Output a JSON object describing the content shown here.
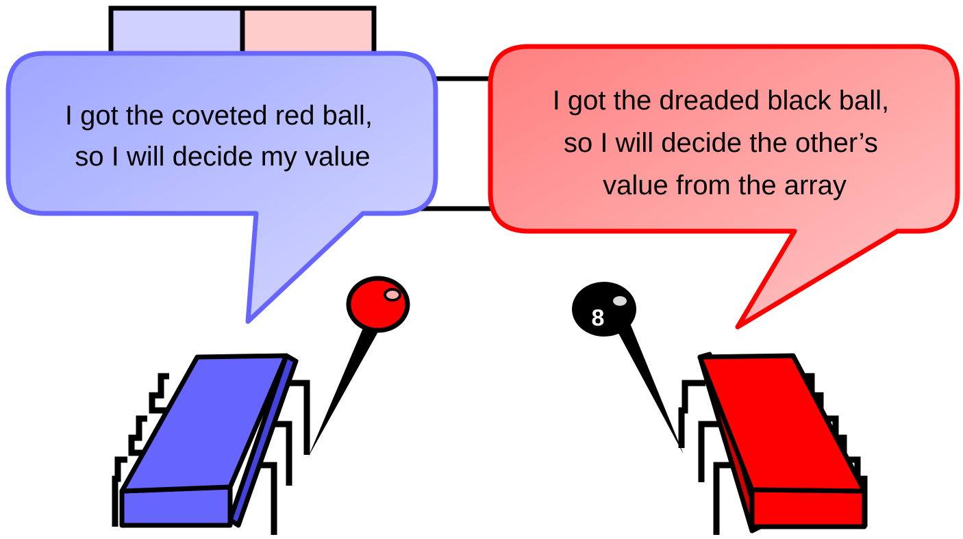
{
  "colors": {
    "blue_cell": "#d1d1ff",
    "red_cell": "#ffcccc",
    "blue_bubble_stroke": "#6666ff",
    "red_bubble_stroke": "#ff0000",
    "blue_chip": "#6666ff",
    "red_chip": "#ff0000",
    "red_ball": "#ff0000",
    "black_ball": "#000000"
  },
  "left_bubble": {
    "lines": [
      "I got the coveted red ball,",
      "so I will decide my value"
    ]
  },
  "right_bubble": {
    "lines": [
      "I got the dreaded black ball,",
      "so I will decide the other’s",
      "value from the array"
    ]
  },
  "black_ball": {
    "label": "8"
  },
  "array": {
    "cells": [
      {
        "name": "cell-0",
        "color": "blue"
      },
      {
        "name": "cell-1",
        "color": "red"
      }
    ]
  }
}
